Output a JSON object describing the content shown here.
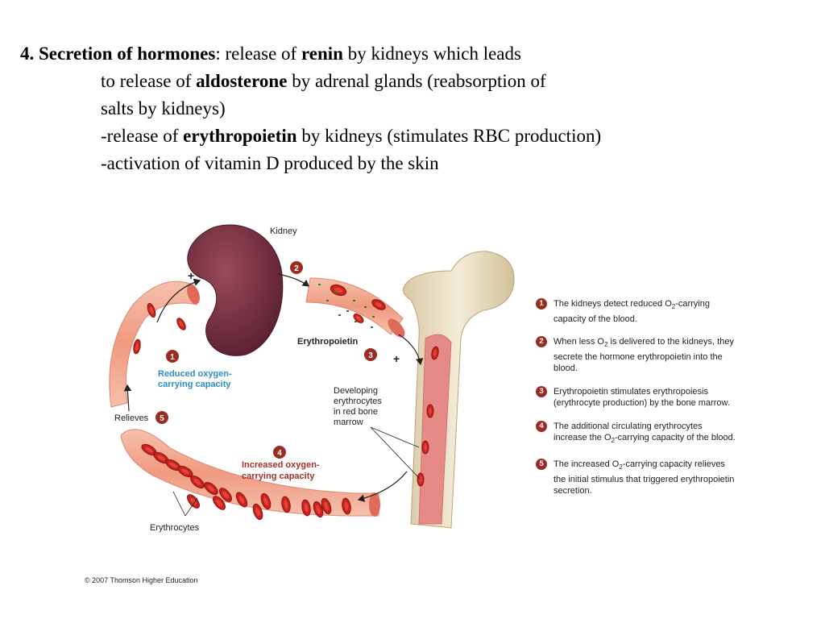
{
  "header": {
    "line1": {
      "lead_bold": "4. Secretion of hormones",
      "lead_rest": ": release of ",
      "b1": "renin",
      "rest": " by kidneys  which leads"
    },
    "line2": {
      "pre": "to release of ",
      "b": "aldosterone",
      "post": " by adrenal glands (reabsorption of"
    },
    "line3": "salts by kidneys)",
    "line4": {
      "pre": "-release of ",
      "b": "erythropoietin",
      "post": " by kidneys (stimulates RBC production)"
    },
    "line5": "-activation of vitamin D produced by the skin"
  },
  "diagram": {
    "labels": {
      "kidney": "Kidney",
      "erythropoietin": "Erythropoietin",
      "reduced_line1": "Reduced oxygen-",
      "reduced_line2": "carrying capacity",
      "relieves": "Relieves",
      "increased_line1": "Increased oxygen-",
      "increased_line2": "carrying capacity",
      "erythrocytes": "Erythrocytes",
      "developing_line1": "Developing",
      "developing_line2": "erythrocytes",
      "developing_line3": "in red bone",
      "developing_line4": "marrow",
      "plus": "+"
    },
    "badges": [
      "1",
      "2",
      "3",
      "4",
      "5"
    ],
    "colors": {
      "kidney": "#6e2c3a",
      "vessel": "#f2a58c",
      "rbc": "#c8231c",
      "bone": "#e8dcc0",
      "marrow": "#e58a86",
      "badge": "#9b2c24",
      "reduced_label": "#2a8fc4",
      "increased_label": "#a0322b",
      "hormone_dots": "#2f7a2f"
    }
  },
  "steps": [
    {
      "num": "1",
      "text_a": "The kidneys detect reduced O",
      "sub": "2",
      "text_b": "-carrying capacity of the blood."
    },
    {
      "num": "2",
      "text_a": "When less O",
      "sub": "2",
      "text_b": " is delivered to the kidneys, they secrete the hormone erythropoietin into the blood."
    },
    {
      "num": "3",
      "text_a": "Erythropoietin stimulates erythropoiesis (erythrocyte production) by the bone marrow.",
      "sub": "",
      "text_b": ""
    },
    {
      "num": "4",
      "text_a": "The additional circulating erythrocytes increase the O",
      "sub": "2",
      "text_b": "-carrying capacity of the blood."
    },
    {
      "num": "5",
      "text_a": "The increased O",
      "sub": "2",
      "text_b": "-carrying capacity relieves the initial stimulus that triggered erythropoietin secretion."
    }
  ],
  "copyright": "© 2007 Thomson Higher Education"
}
